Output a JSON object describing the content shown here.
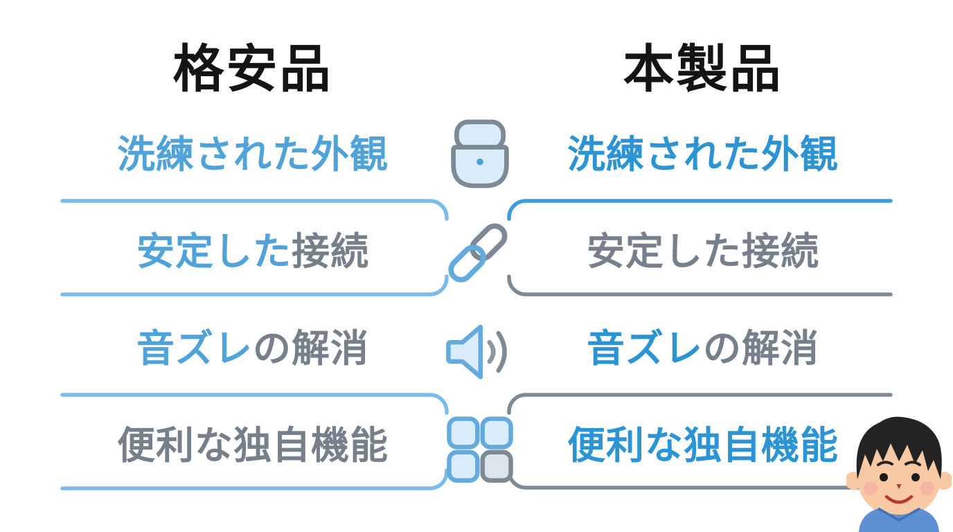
{
  "colors": {
    "background": "#ffffff",
    "black_text": "#141414",
    "text_blue_left": "#4fa3d9",
    "text_blue_right": "#2d94d4",
    "text_gray": "#75808c",
    "bracket_blue_light": "#7cbce8",
    "bracket_blue": "#3e9cd8",
    "bracket_gray": "#7d8a95",
    "icon_blue": "#64abdd",
    "icon_gray": "#7d8a95",
    "icon_fill_light": "#d9ecfa",
    "icon_fill_gray": "#dde4ea",
    "dot_blue": "#4aa0d8"
  },
  "headers": {
    "left": "格安品",
    "right": "本製品"
  },
  "rows": [
    {
      "icon": "earbuds-case-icon",
      "left": {
        "blue": "洗練された外観",
        "gray": ""
      },
      "right": {
        "blue": "洗練された外観",
        "gray": ""
      }
    },
    {
      "icon": "link-icon",
      "left": {
        "blue": "安定した",
        "gray": "接続"
      },
      "right": {
        "blue": "",
        "gray": "安定した接続"
      }
    },
    {
      "icon": "speaker-icon",
      "left": {
        "blue": "音ズレ",
        "gray": "の解消"
      },
      "right": {
        "blue": "音ズレ",
        "gray": "の解消"
      }
    },
    {
      "icon": "grid-icon",
      "left": {
        "blue": "",
        "gray": "便利な独自機能"
      },
      "right": {
        "blue": "便利な独自機能",
        "gray": ""
      }
    }
  ],
  "decorations": {
    "person": "person-illustration"
  }
}
